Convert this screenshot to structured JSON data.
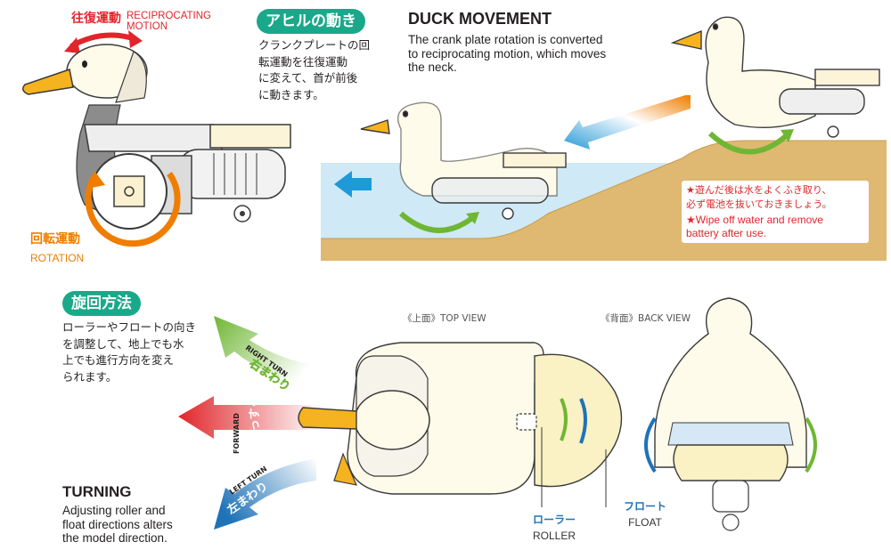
{
  "motion_labels": {
    "reciprocating_jp": "往復運動",
    "reciprocating_en_line1": "RECIPROCATING",
    "reciprocating_en_line2": "MOTION",
    "rotation_jp": "回転運動",
    "rotation_en": "ROTATION"
  },
  "duck_movement": {
    "badge": "アヒルの動き",
    "jp_line1": "クランクプレートの回",
    "jp_line2": "転運動を往復運動",
    "jp_line3": "に変えて、首が前後",
    "jp_line4": "に動きます。",
    "title": "DUCK MOVEMENT",
    "en_line1": "The crank plate rotation is converted",
    "en_line2": "to reciprocating motion, which moves",
    "en_line3": "the neck."
  },
  "warning": {
    "jp_line1": "★遊んだ後は水をよくふき取り、",
    "jp_line2": "必ず電池を抜いておきましょう。",
    "en_line1": "★Wipe off water and remove",
    "en_line2": "battery after use."
  },
  "turning": {
    "badge": "旋回方法",
    "jp_line1": "ローラーやフロートの向き",
    "jp_line2": "を調整して、地上でも水",
    "jp_line3": "上でも進行方向を変え",
    "jp_line4": "られます。",
    "title": "TURNING",
    "en_line1": "Adjusting roller and",
    "en_line2": "float directions alters",
    "en_line3": "the model direction."
  },
  "arrows": {
    "right_turn_jp": "右まわり",
    "right_turn_en": "RIGHT TURN",
    "forward_jp": "まっすぐ",
    "forward_en": "FORWARD",
    "left_turn_jp": "左まわり",
    "left_turn_en": "LEFT TURN"
  },
  "views": {
    "top_view": "《上面》TOP VIEW",
    "back_view": "《背面》BACK VIEW",
    "roller_jp": "ローラー",
    "roller_en": "ROLLER",
    "float_jp": "フロート",
    "float_en": "FLOAT"
  },
  "colors": {
    "badge_green": "#1aa88a",
    "water_blue": "#cfe9f6",
    "sand": "#dfb872",
    "red_arrow": "#e0262b",
    "green_arrow": "#6fb633",
    "blue_arrow": "#1f73b7",
    "orange_arrow": "#ef7d00",
    "duck_cream": "#fffbea",
    "bill_yellow": "#f5b31f",
    "float_yellow": "#faf1c4"
  }
}
